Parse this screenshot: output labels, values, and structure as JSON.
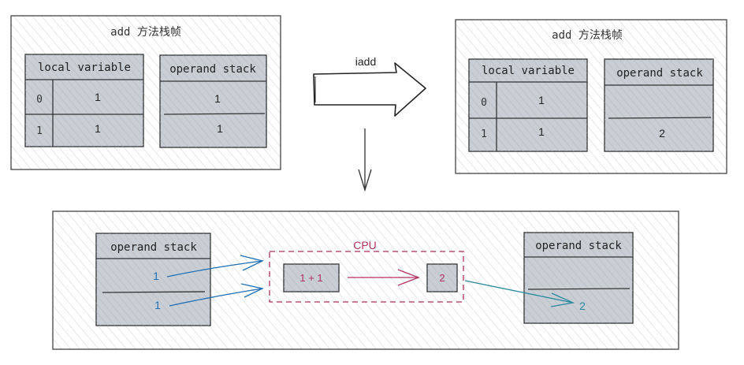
{
  "frame_before": {
    "title": "add 方法栈帧",
    "local_table": {
      "header": "local variable",
      "rows": [
        {
          "index": "0",
          "value": "1"
        },
        {
          "index": "1",
          "value": "1"
        }
      ]
    },
    "operand_stack": {
      "header": "operand stack",
      "values": [
        "1",
        "1"
      ]
    }
  },
  "instruction": {
    "label": "iadd"
  },
  "frame_after": {
    "title": "add 方法栈帧",
    "local_table": {
      "header": "local variable",
      "rows": [
        {
          "index": "0",
          "value": "1"
        },
        {
          "index": "1",
          "value": "1"
        }
      ]
    },
    "operand_stack": {
      "header": "operand stack",
      "values": [
        "",
        "2"
      ]
    }
  },
  "detail": {
    "input_stack": {
      "header": "operand stack",
      "values": [
        "1",
        "1"
      ]
    },
    "cpu": {
      "label": "CPU",
      "expression": "1 + 1",
      "result": "2"
    },
    "output_stack": {
      "header": "operand stack",
      "value": "2"
    }
  },
  "colors": {
    "frame_border": "#444444",
    "cell_fill": "#c9cdd4",
    "cell_border": "#333333",
    "blue": "#1f6fb5",
    "crimson": "#b03060",
    "teal": "#2a8aa0"
  }
}
